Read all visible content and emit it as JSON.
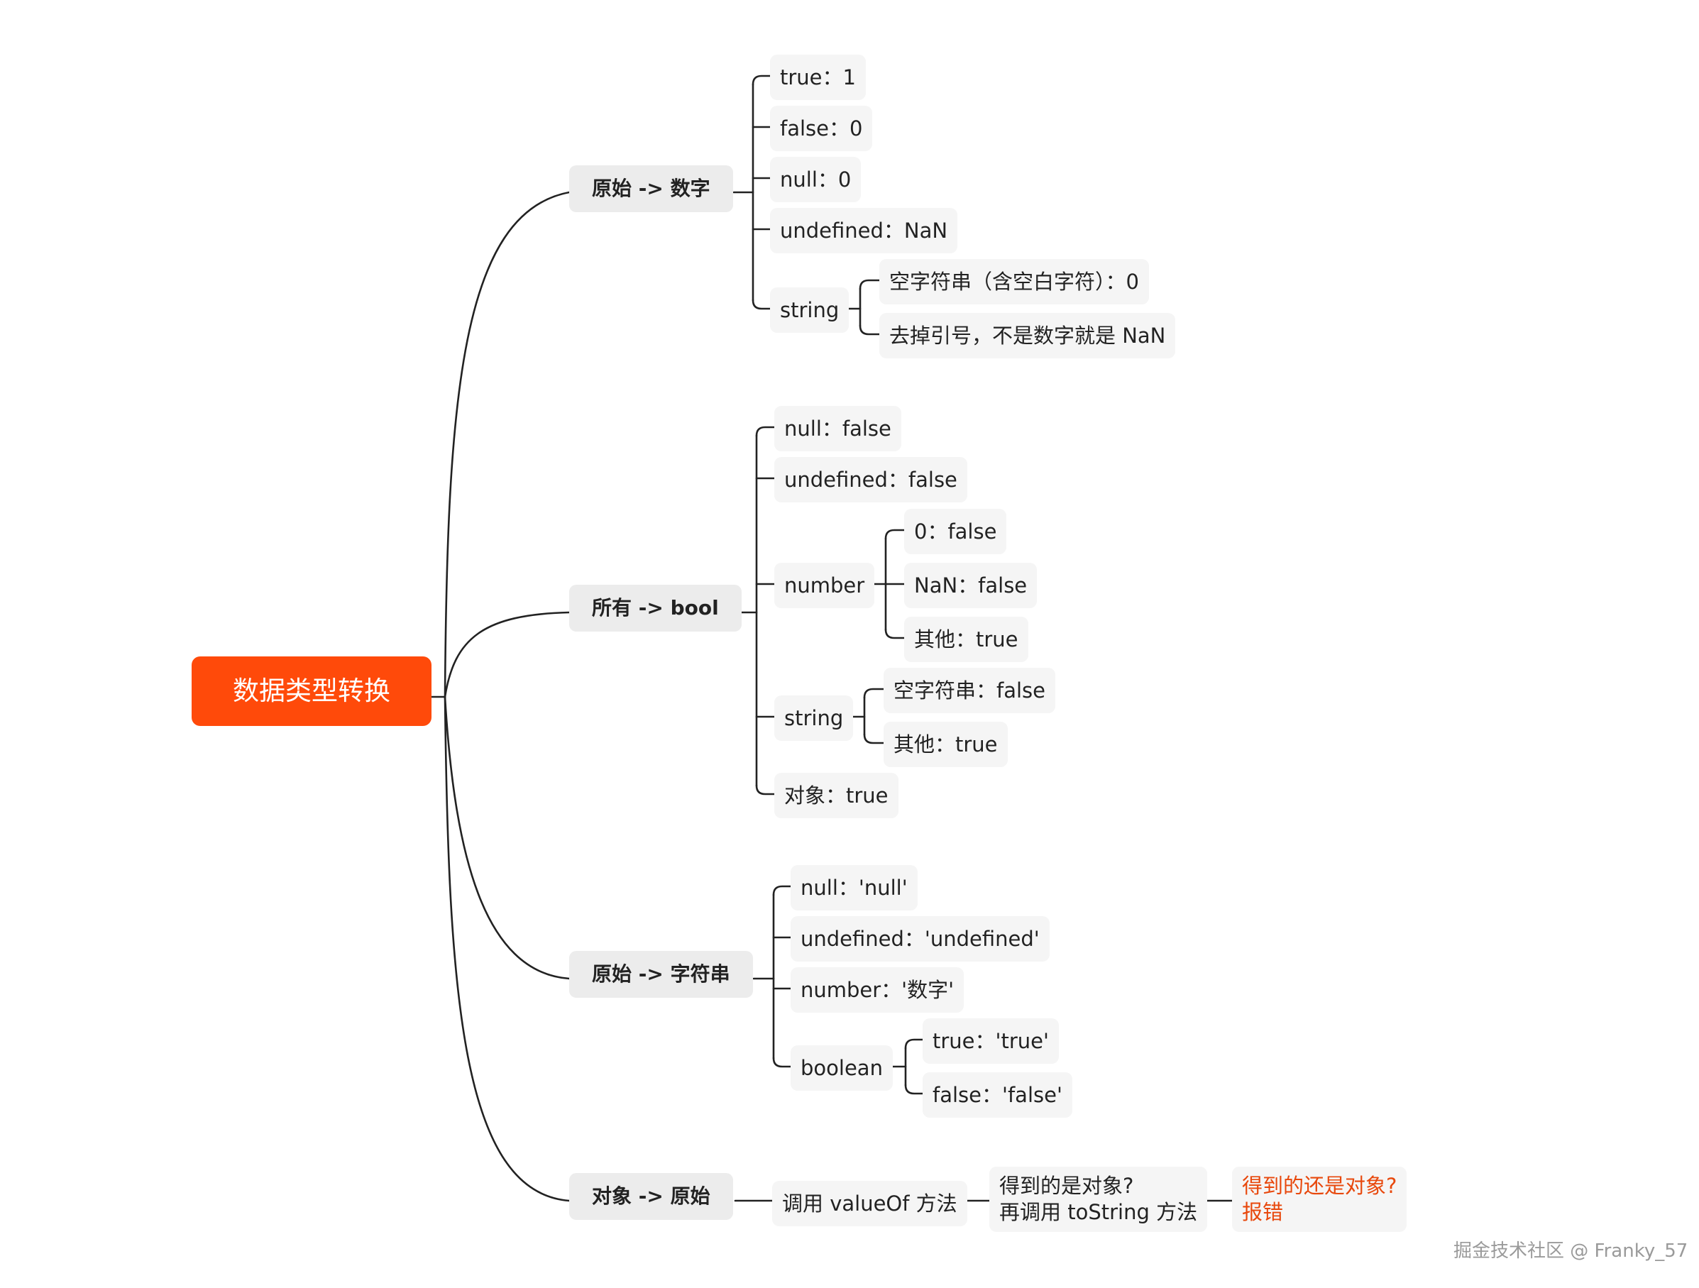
{
  "title": "数据类型转换",
  "colors": {
    "accent": "#ff4a0a",
    "connector": "#222222",
    "alert_text": "#e8480c"
  },
  "branches": {
    "to_number": {
      "label": "原始 -> 数字",
      "items": {
        "true": "true：1",
        "false": "false：0",
        "null": "null：0",
        "undefined": "undefined：NaN",
        "string": {
          "label": "string",
          "empty": "空字符串（含空白字符）：0",
          "other": "去掉引号，不是数字就是 NaN"
        }
      }
    },
    "to_bool": {
      "label": "所有 -> bool",
      "items": {
        "null": "null：false",
        "undefined": "undefined：false",
        "number": {
          "label": "number",
          "zero": "0：false",
          "nan": "NaN：false",
          "other": "其他：true"
        },
        "string": {
          "label": "string",
          "empty": "空字符串：false",
          "other": "其他：true"
        },
        "object": "对象：true"
      }
    },
    "to_string": {
      "label": "原始 -> 字符串",
      "items": {
        "null": "null：'null'",
        "undefined": "undefined：'undefined'",
        "number": "number：'数字'",
        "boolean": {
          "label": "boolean",
          "true": "true：'true'",
          "false": "false：'false'"
        }
      }
    },
    "object_to_primitive": {
      "label": "对象 -> 原始",
      "step1": "调用 valueOf 方法",
      "step2": {
        "line1": "得到的是对象?",
        "line2": "再调用 toString 方法"
      },
      "step3": {
        "line1": "得到的还是对象?",
        "line2": "报错"
      }
    }
  },
  "watermark": "掘金技术社区 @ Franky_57"
}
